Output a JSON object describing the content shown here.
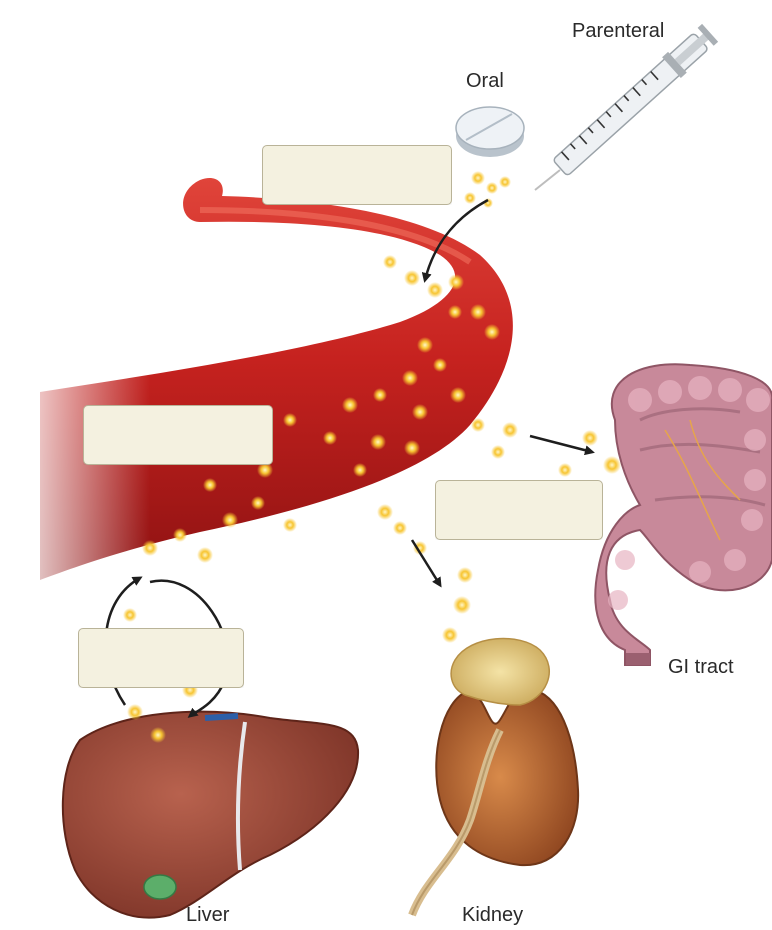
{
  "labels": {
    "parenteral": "Parenteral",
    "oral": "Oral",
    "gi_tract": "GI tract",
    "liver": "Liver",
    "kidney": "Kidney"
  },
  "blank_boxes": [
    "",
    "",
    "",
    ""
  ],
  "colors": {
    "blood_vessel": "#c6221f",
    "drug_particle": "#f7c531",
    "label_box_fill": "#f4f1e0",
    "label_box_border": "#b9b398",
    "liver": "#9c4a3a",
    "kidney": "#b8622e",
    "gi_tract": "#c8899a",
    "arrow": "#1e1e1e"
  },
  "icons": [
    "syringe-icon",
    "pill-icon",
    "blood-vessel",
    "gi-tract-illustration",
    "kidney-illustration",
    "liver-illustration"
  ]
}
